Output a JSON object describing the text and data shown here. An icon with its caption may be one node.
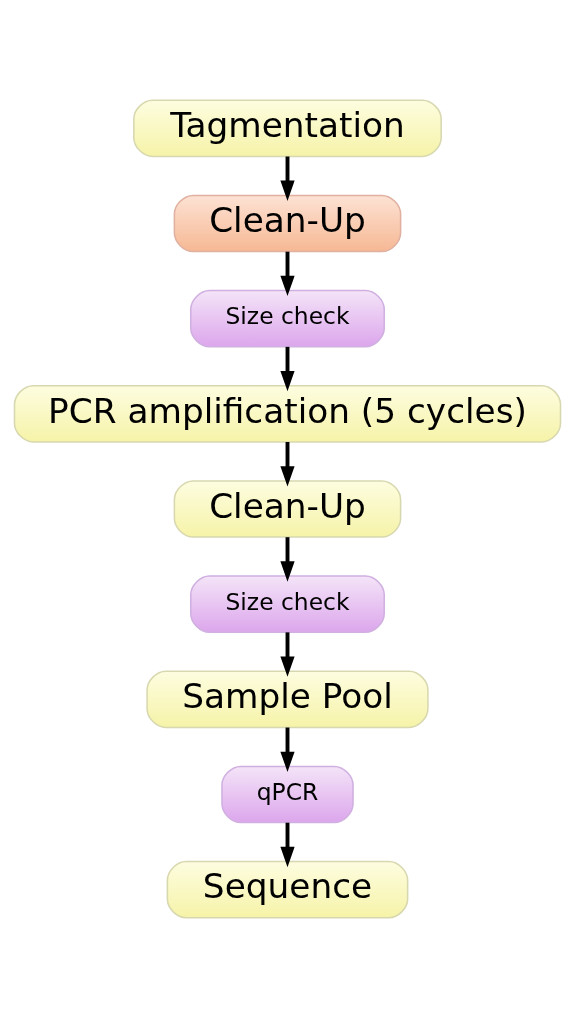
{
  "diagram": {
    "nodes": [
      {
        "text": [
          "Tagmentation"
        ]
      },
      {
        "text": [
          "Clean-Up"
        ]
      },
      {
        "text": [
          "Size check"
        ]
      },
      {
        "text": [
          "PCR amplification (5 cycles)"
        ]
      },
      {
        "text": [
          "Clean-Up"
        ]
      },
      {
        "text": [
          "Size check"
        ]
      },
      {
        "text": [
          "Sample Pool"
        ]
      },
      {
        "text": [
          "qPCR"
        ]
      },
      {
        "text": [
          "Sequence"
        ]
      }
    ],
    "edges": [
      {
        "from": 0,
        "to": 1,
        "arrow": "to"
      },
      {
        "from": 1,
        "to": 2,
        "arrow": "to"
      },
      {
        "from": 2,
        "to": 3,
        "arrow": "to"
      },
      {
        "from": 3,
        "to": 4,
        "arrow": "to"
      },
      {
        "from": 4,
        "to": 5,
        "arrow": "to"
      },
      {
        "from": 5,
        "to": 6,
        "arrow": "to"
      },
      {
        "from": 6,
        "to": 7,
        "arrow": "to"
      },
      {
        "from": 7,
        "to": 8,
        "arrow": "to"
      }
    ]
  }
}
